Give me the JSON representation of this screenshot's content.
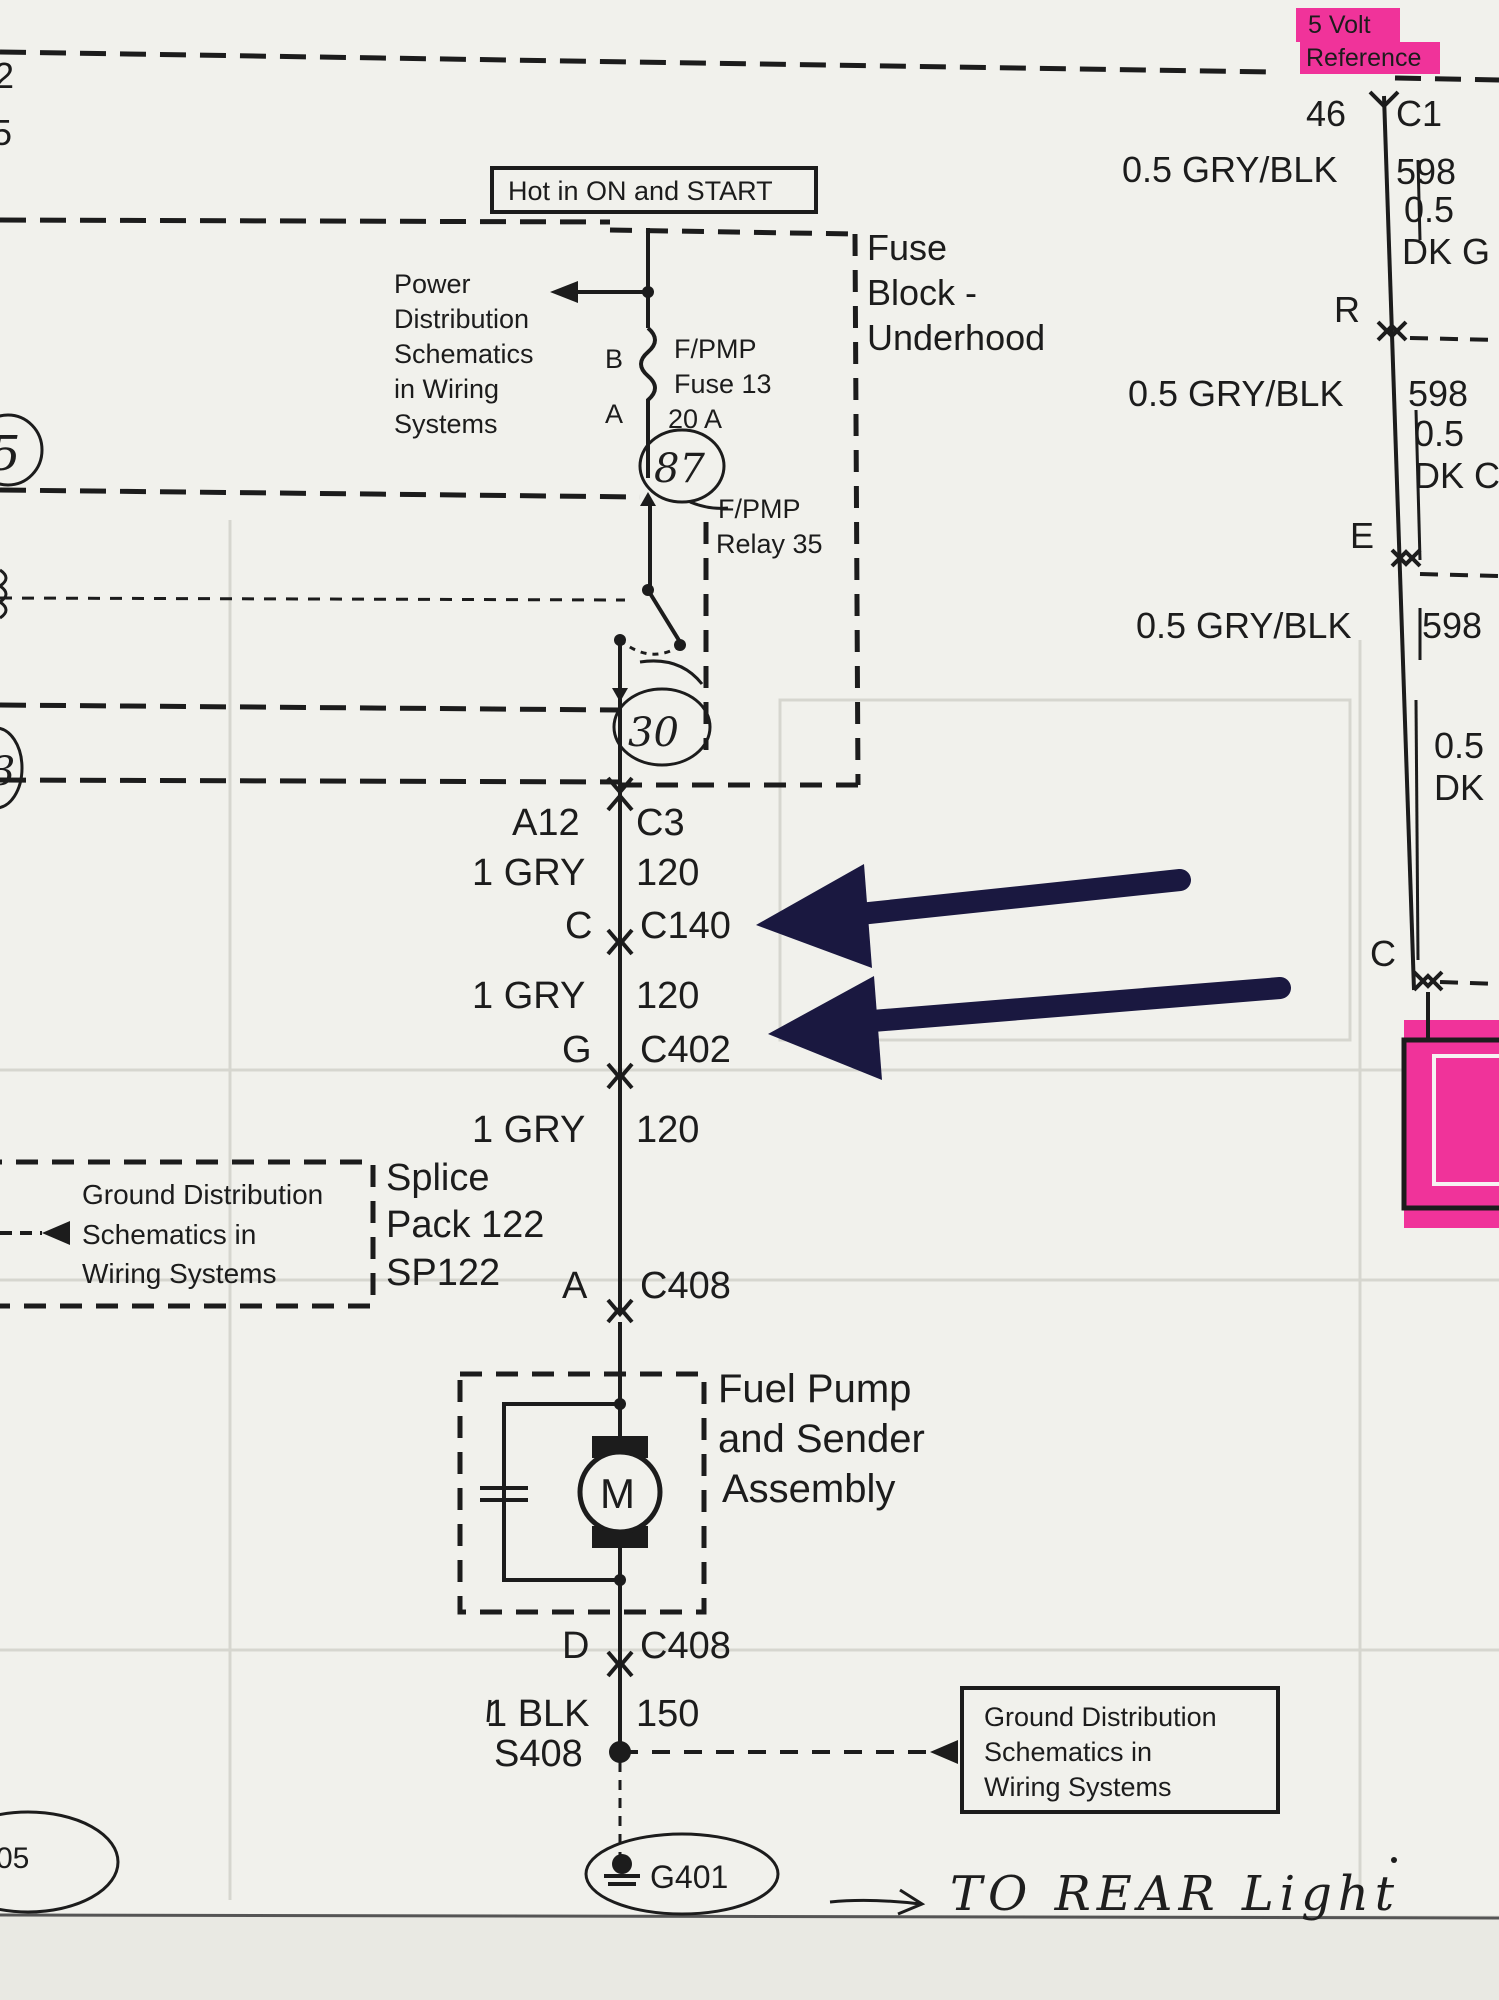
{
  "header": {
    "top_left_2": "2",
    "top_left_5": "5",
    "hot_label": "Hot in ON and START"
  },
  "fuse_block": {
    "title_line1": "Fuse",
    "title_line2": "Block -",
    "title_line3": "Underhood",
    "power_dist": [
      "Power",
      "Distribution",
      "Schematics",
      "in Wiring",
      "Systems"
    ],
    "pin_b": "B",
    "pin_a": "A",
    "fuse_name": "F/PMP",
    "fuse_number": "Fuse 13",
    "fuse_rating": "20 A",
    "relay_name": "F/PMP",
    "relay_number": "Relay 35"
  },
  "handwriting": {
    "relay_pin_87": "87",
    "relay_pin_30": "30",
    "circle_left_5": "5",
    "circle_left_3": "3",
    "bottom_left": "05",
    "bottom_note": "TO REAR Light"
  },
  "main_circuit": {
    "conn_c3_pin": "A12",
    "conn_c3": "C3",
    "wire1_gauge": "1 GRY",
    "wire1_circuit": "120",
    "c140_pin": "C",
    "c140": "C140",
    "wire2_gauge": "1 GRY",
    "wire2_circuit": "120",
    "c402_pin": "G",
    "c402": "C402",
    "wire3_gauge": "1 GRY",
    "wire3_circuit": "120",
    "c408_pin": "A",
    "c408": "C408",
    "d_pin": "D",
    "d_conn": "C408",
    "gnd_gauge": "1 BLK",
    "gnd_circuit": "150",
    "splice": "S408",
    "ground": "G401"
  },
  "splice_pack": {
    "line1": "Splice",
    "line2": "Pack 122",
    "line3": "SP122"
  },
  "ground_dist_left": [
    "Ground Distribution",
    "Schematics in",
    "Wiring Systems"
  ],
  "ground_dist_right": [
    "Ground Distribution",
    "Schematics in",
    "Wiring Systems"
  ],
  "fuel_pump": {
    "line1": "Fuel Pump",
    "line2": "and Sender",
    "line3": "Assembly",
    "motor_symbol": "M"
  },
  "right_circuit": {
    "ref_line1": "5 Volt",
    "ref_line2": "Reference",
    "c1_pin": "46",
    "c1": "C1",
    "w1_gauge": "0.5 GRY/BLK",
    "w1_circuit": "598",
    "w1_alt_gauge": "0.5",
    "w1_alt_color": "DK G",
    "r_pin": "R",
    "w2_gauge": "0.5 GRY/BLK",
    "w2_circuit": "598",
    "w2_alt_gauge": "0.5",
    "w2_alt_color": "DK C",
    "e_pin": "E",
    "w3_gauge": "0.5 GRY/BLK",
    "w3_circuit": "598",
    "w4_alt_gauge": "0.5",
    "w4_alt_color": "DK",
    "c_pin": "C"
  },
  "colors": {
    "paper": "#f1f1ec",
    "ink": "#1c1c1c",
    "arrow_navy": "#1a1840",
    "highlight_pink": "#f0339a"
  }
}
